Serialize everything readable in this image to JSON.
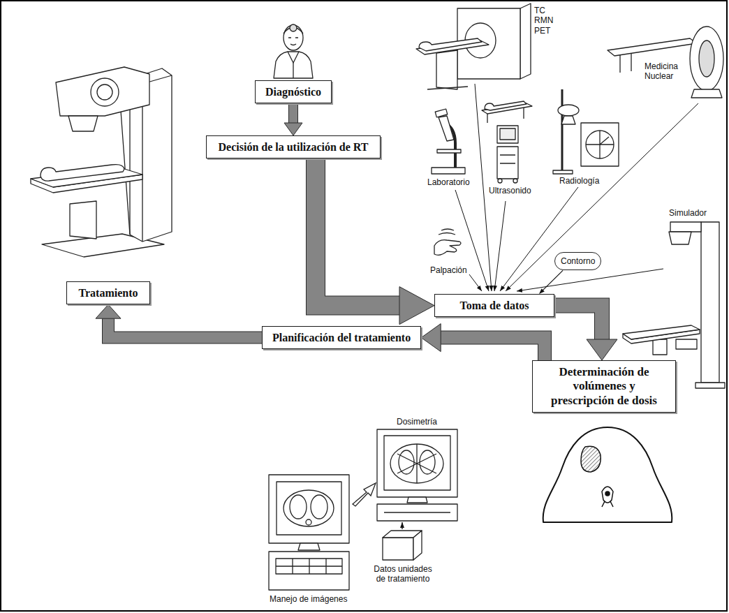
{
  "diagram": {
    "nodes": [
      {
        "text": [
          "Diagnóstico"
        ]
      },
      {
        "text": [
          "Decisión de la utilización de RT"
        ]
      },
      {
        "text": [
          "Contorno"
        ]
      },
      {
        "text": [
          "Toma de datos"
        ]
      },
      {
        "text": [
          "Determinación de volúmenes y prescripción de dosis"
        ]
      },
      {
        "text": [
          "Planificación del tratamiento"
        ]
      },
      {
        "text": [
          "Tratamiento"
        ]
      }
    ],
    "edges": [
      {
        "from": 0,
        "to": 1,
        "arrow": "to"
      },
      {
        "from": 1,
        "to": 3,
        "arrow": "to"
      },
      {
        "from": 2,
        "to": 3,
        "arrow": "to"
      },
      {
        "from": 3,
        "to": 4,
        "arrow": "to"
      },
      {
        "from": 4,
        "to": 5,
        "arrow": "to"
      },
      {
        "from": 5,
        "to": 6,
        "arrow": "to"
      }
    ],
    "labels": [
      "TC RMN PET",
      "Medicina Nuclear",
      "Laboratorio",
      "Ultrasonido",
      "Radiología",
      "Simulador",
      "Palpación",
      "Dosimetría",
      "Manejo de imágenes",
      "Datos unidades de tratamiento"
    ]
  }
}
